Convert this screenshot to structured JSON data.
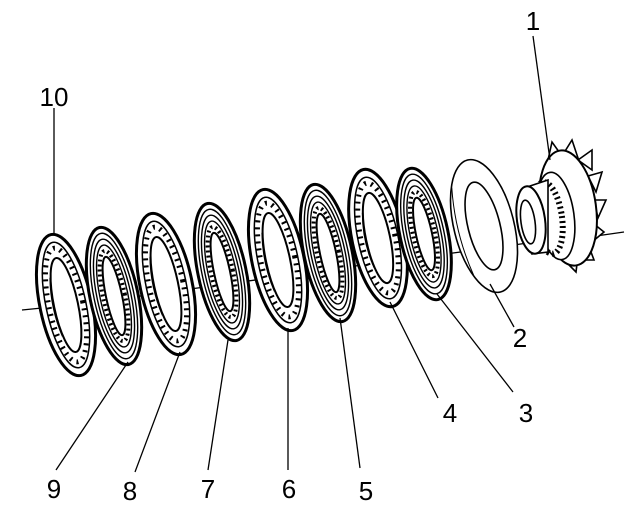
{
  "diagram": {
    "callouts": [
      {
        "id": "1",
        "label": "1"
      },
      {
        "id": "2",
        "label": "2"
      },
      {
        "id": "3",
        "label": "3"
      },
      {
        "id": "4",
        "label": "4"
      },
      {
        "id": "5",
        "label": "5"
      },
      {
        "id": "6",
        "label": "6"
      },
      {
        "id": "7",
        "label": "7"
      },
      {
        "id": "8",
        "label": "8"
      },
      {
        "id": "9",
        "label": "9"
      },
      {
        "id": "10",
        "label": "10"
      }
    ],
    "colors": {
      "ink": "#000000",
      "paper": "#ffffff"
    }
  }
}
